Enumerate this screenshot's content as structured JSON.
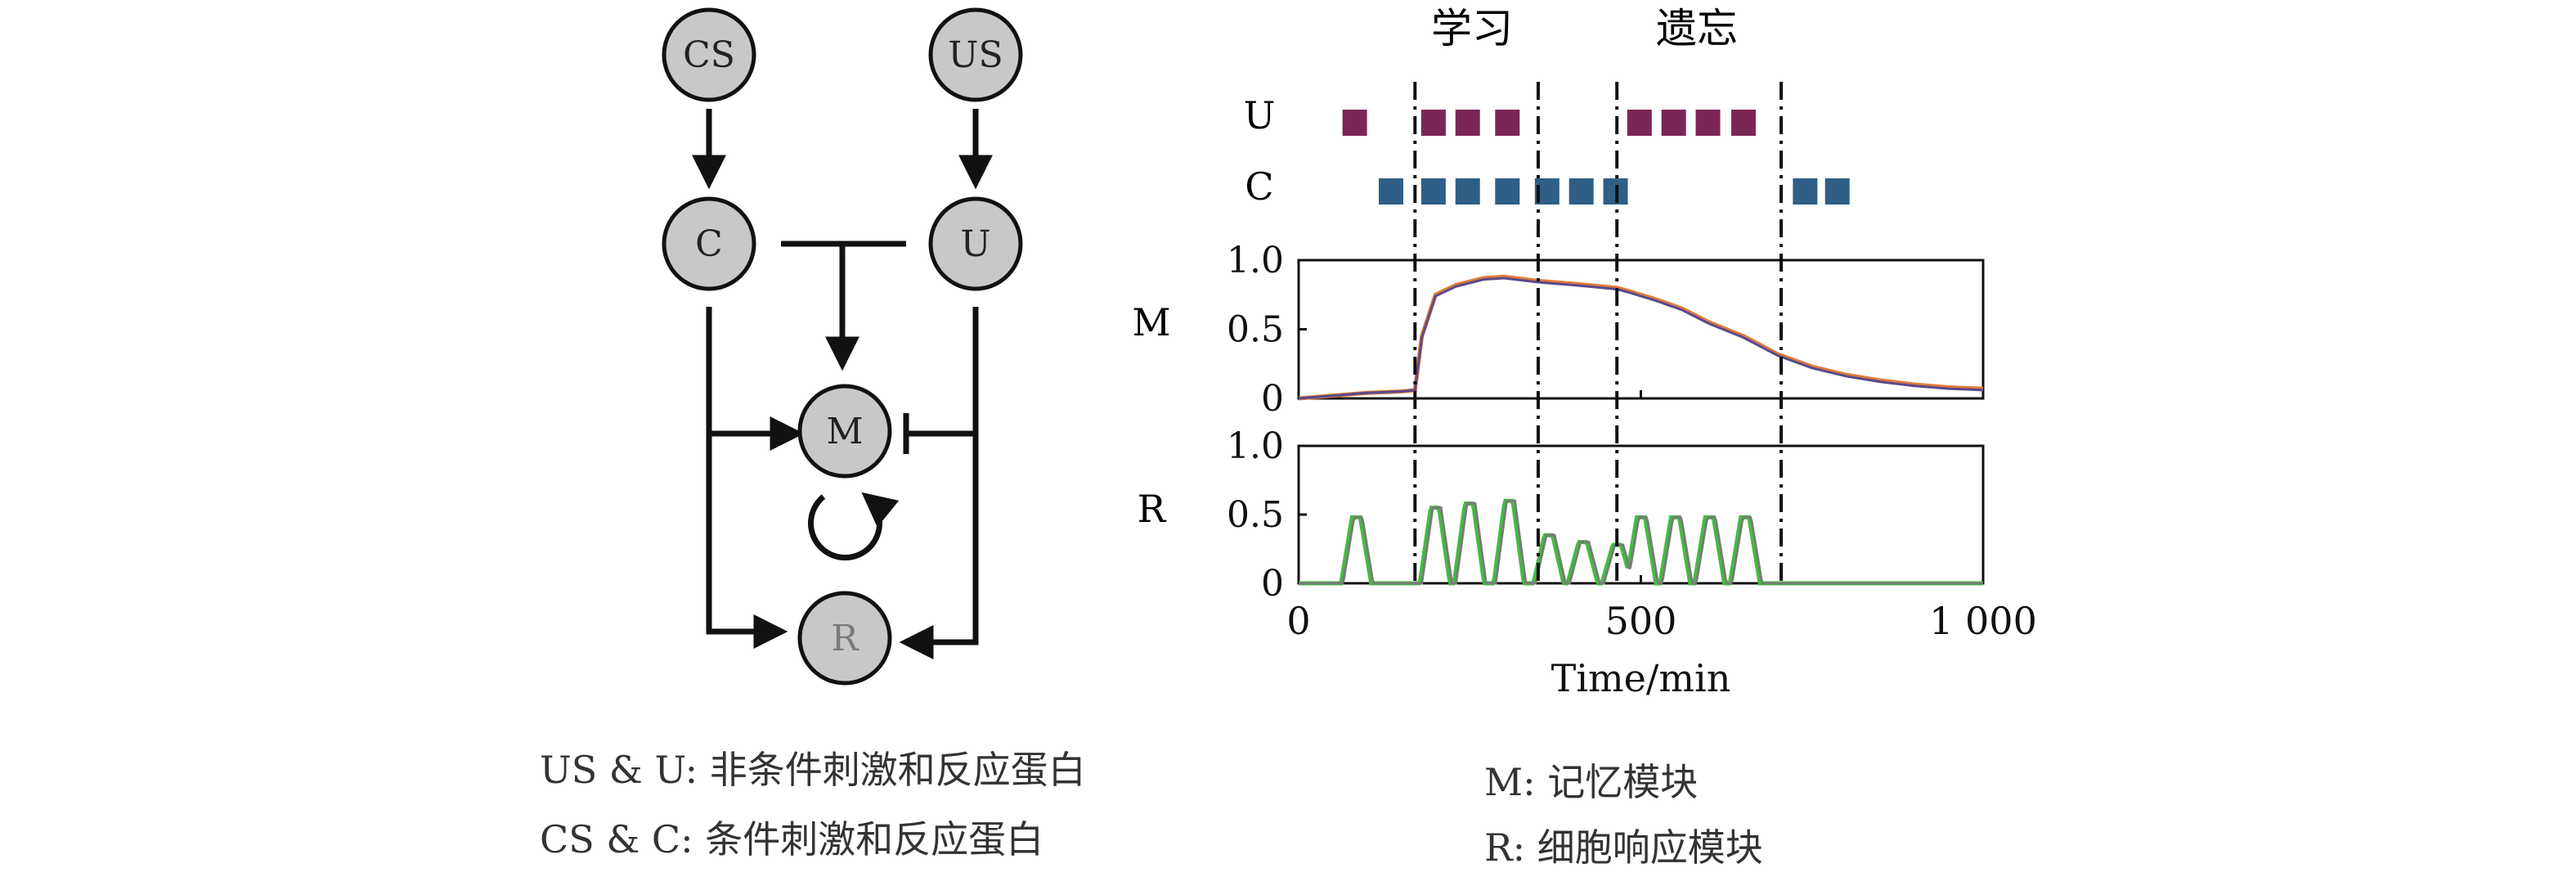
{
  "network": {
    "nodes": {
      "cs": "CS",
      "us": "US",
      "c": "C",
      "u": "U",
      "m": "M",
      "r": "R"
    }
  },
  "panel_labels": {
    "learn": "学习",
    "forget": "遗忘"
  },
  "row_labels": {
    "u": "U",
    "c": "C",
    "m": "M",
    "r": "R"
  },
  "legend": {
    "us_u": "US & U: 非条件刺激和反应蛋白",
    "cs_c": "CS & C: 条件刺激和反应蛋白",
    "m": "M: 记忆模块",
    "r": "R: 细胞响应模块"
  },
  "chart_data": {
    "type": "line",
    "x_label": "Time/min",
    "x_range": [
      0,
      1000
    ],
    "x_ticks": [
      0,
      500,
      1000
    ],
    "x_tick_labels": [
      "0",
      "500",
      "1 000"
    ],
    "phase_boundaries": [
      170,
      350,
      465,
      705
    ],
    "phases": [
      "学习",
      "遗忘"
    ],
    "pulses": {
      "U": [
        82,
        197,
        247,
        305,
        498,
        548,
        598,
        650
      ],
      "C": [
        135,
        197,
        247,
        305,
        363,
        413,
        463,
        740,
        787
      ],
      "pulse_color_U": "#7b2755",
      "pulse_color_C": "#2f5f86"
    },
    "M": {
      "y_range": [
        0,
        1
      ],
      "y_ticks": [
        0,
        0.5,
        1.0
      ],
      "y_tick_labels": [
        "0",
        "0.5",
        "1.0"
      ],
      "series": [
        {
          "color": "#e07b39",
          "x": [
            0,
            50,
            100,
            150,
            170,
            180,
            200,
            230,
            270,
            300,
            350,
            400,
            465,
            480,
            520,
            560,
            600,
            650,
            700,
            750,
            800,
            850,
            900,
            950,
            1000
          ],
          "y": [
            0.0,
            0.02,
            0.04,
            0.05,
            0.06,
            0.45,
            0.75,
            0.82,
            0.87,
            0.88,
            0.85,
            0.83,
            0.8,
            0.78,
            0.72,
            0.65,
            0.55,
            0.45,
            0.32,
            0.23,
            0.17,
            0.13,
            0.1,
            0.08,
            0.07
          ]
        },
        {
          "color": "#5a4a8a",
          "x": [
            0,
            50,
            100,
            150,
            170,
            180,
            200,
            230,
            270,
            300,
            350,
            400,
            465,
            480,
            520,
            560,
            600,
            650,
            700,
            750,
            800,
            850,
            900,
            950,
            1000
          ],
          "y": [
            0.0,
            0.02,
            0.04,
            0.05,
            0.06,
            0.44,
            0.74,
            0.81,
            0.86,
            0.87,
            0.84,
            0.82,
            0.79,
            0.77,
            0.71,
            0.64,
            0.54,
            0.44,
            0.31,
            0.22,
            0.16,
            0.12,
            0.09,
            0.07,
            0.06
          ]
        }
      ]
    },
    "R": {
      "y_range": [
        0,
        1
      ],
      "y_ticks": [
        0,
        0.5,
        1.0
      ],
      "y_tick_labels": [
        "0",
        "0.5",
        "1.0"
      ],
      "pulse_peaks": [
        {
          "center": 82,
          "peak": 0.48
        },
        {
          "center": 197,
          "peak": 0.55
        },
        {
          "center": 247,
          "peak": 0.58
        },
        {
          "center": 305,
          "peak": 0.6
        },
        {
          "center": 363,
          "peak": 0.35
        },
        {
          "center": 413,
          "peak": 0.3
        },
        {
          "center": 463,
          "peak": 0.28
        },
        {
          "center": 498,
          "peak": 0.48
        },
        {
          "center": 548,
          "peak": 0.48
        },
        {
          "center": 598,
          "peak": 0.48
        },
        {
          "center": 650,
          "peak": 0.48
        }
      ],
      "colors": {
        "green": "#3fbf3f",
        "gray": "#7a7a7a"
      }
    }
  }
}
